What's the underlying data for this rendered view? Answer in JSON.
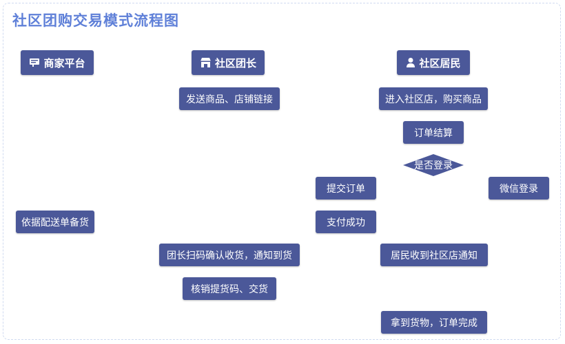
{
  "title": "社区团购交易模式流程图",
  "lanes": {
    "merchant": {
      "label": "商家平台",
      "icon": "store-list-icon"
    },
    "leader": {
      "label": "社区团长",
      "icon": "shop-icon"
    },
    "resident": {
      "label": "社区居民",
      "icon": "person-icon"
    }
  },
  "steps": {
    "send_links": "发送商品、店铺链接",
    "enter_store": "进入社区店，购买商品",
    "checkout": "订单结算",
    "is_logged_in": "是否登录",
    "submit_order": "提交订单",
    "wechat_login": "微信登录",
    "prepare_goods": "依据配送单备货",
    "pay_success": "支付成功",
    "leader_confirm": "团长扫码确认收货，通知到货",
    "resident_notified": "居民收到社区店通知",
    "verify_code": "核销提货码、交货",
    "order_complete": "拿到货物，订单完成"
  },
  "colors": {
    "title": "#5f80d8",
    "box": "#4b5899",
    "frame": "#cfdaf0"
  }
}
